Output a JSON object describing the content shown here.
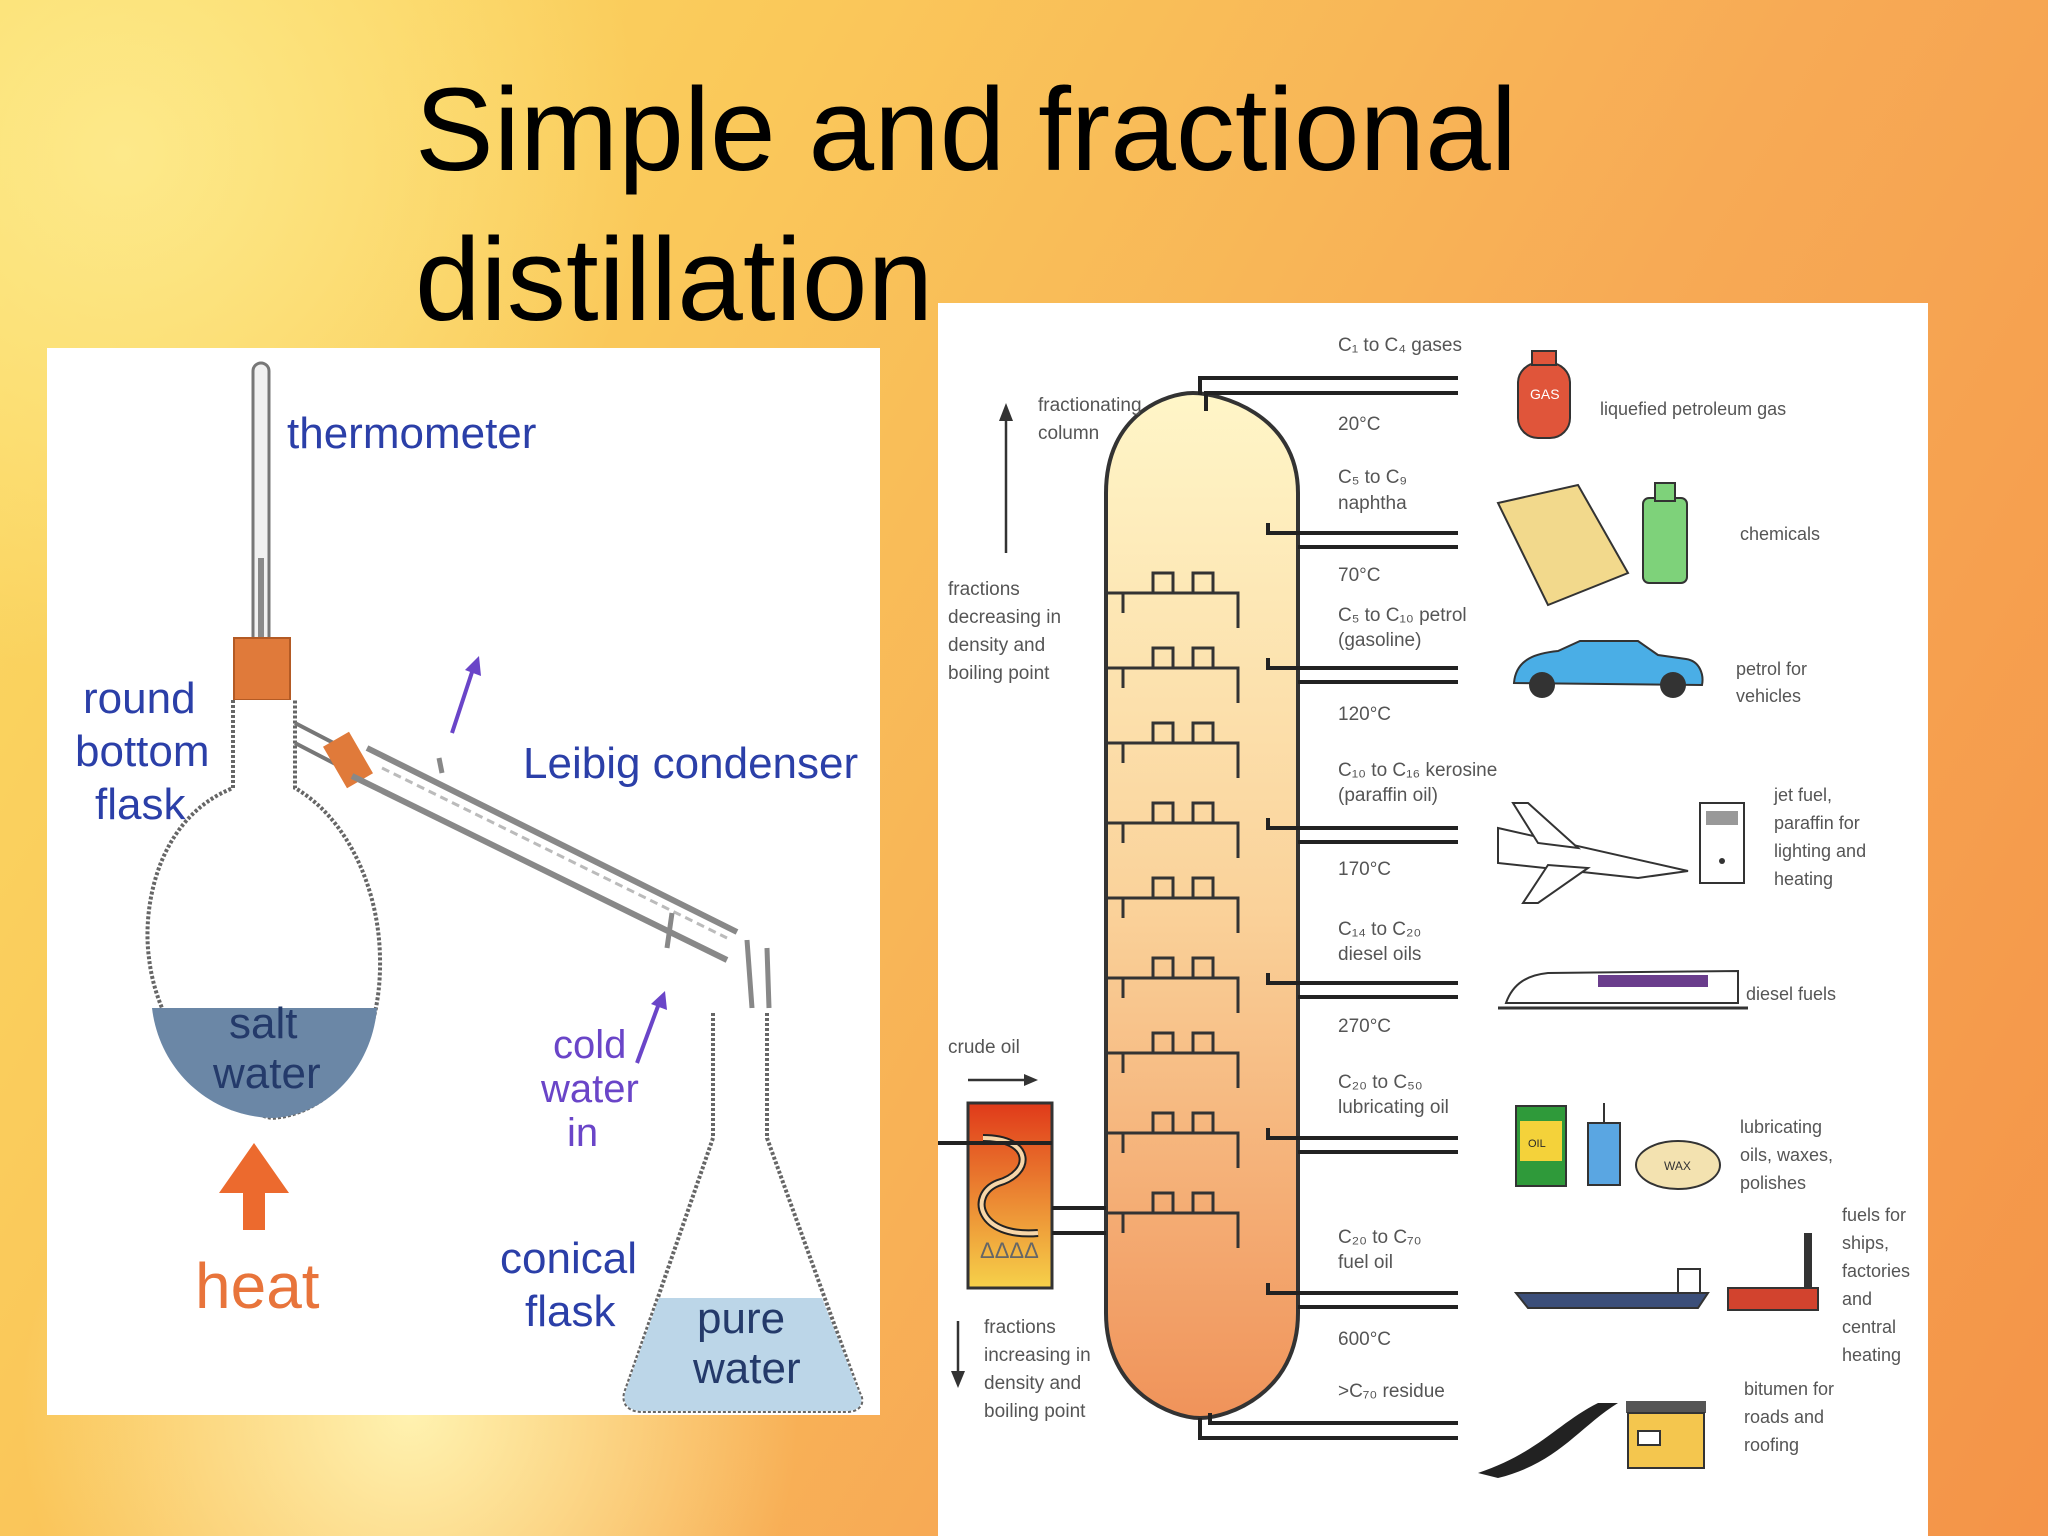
{
  "title": {
    "line1": "Simple and fractional",
    "line2": "distillation"
  },
  "simple": {
    "thermometer": "thermometer",
    "flask": [
      "round",
      "bottom",
      "flask"
    ],
    "salt_water": [
      "salt",
      "water"
    ],
    "heat": "heat",
    "condenser": "Leibig condenser",
    "cold_water": [
      "cold",
      "water",
      "in"
    ],
    "conical": [
      "conical",
      "flask"
    ],
    "pure_water": [
      "pure",
      "water"
    ]
  },
  "fractional": {
    "column_label": [
      "fractionating",
      "column"
    ],
    "up_label": [
      "fractions",
      "decreasing in",
      "density and",
      "boiling point"
    ],
    "down_label": [
      "fractions",
      "increasing in",
      "density and",
      "boiling point"
    ],
    "crude_oil": "crude oil",
    "gas_tag": "GAS",
    "oil_tag": "OIL",
    "wax_tag": "WAX",
    "temps": [
      "20°C",
      "70°C",
      "120°C",
      "170°C",
      "270°C",
      "600°C"
    ],
    "fractions": [
      {
        "a": "C₁ to C₄ gases",
        "b": ""
      },
      {
        "a": "C₅ to C₉",
        "b": "naphtha"
      },
      {
        "a": "C₅ to C₁₀ petrol",
        "b": "(gasoline)"
      },
      {
        "a": "C₁₀ to C₁₆ kerosine",
        "b": "(paraffin oil)"
      },
      {
        "a": "C₁₄ to C₂₀",
        "b": "diesel oils"
      },
      {
        "a": "C₂₀ to C₅₀",
        "b": "lubricating oil"
      },
      {
        "a": "C₂₀ to C₇₀",
        "b": "fuel oil"
      },
      {
        "a": ">C₇₀ residue",
        "b": ""
      }
    ],
    "uses": [
      [
        "liquefied petroleum gas"
      ],
      [
        "chemicals"
      ],
      [
        "petrol for",
        "vehicles"
      ],
      [
        "jet fuel,",
        "paraffin for",
        "lighting and",
        "heating"
      ],
      [
        "diesel fuels"
      ],
      [
        "lubricating",
        "oils, waxes,",
        "polishes"
      ],
      [
        "fuels for",
        "ships,",
        "factories",
        "and",
        "central",
        "heating"
      ],
      [
        "bitumen for",
        "roads and",
        "roofing"
      ]
    ]
  }
}
